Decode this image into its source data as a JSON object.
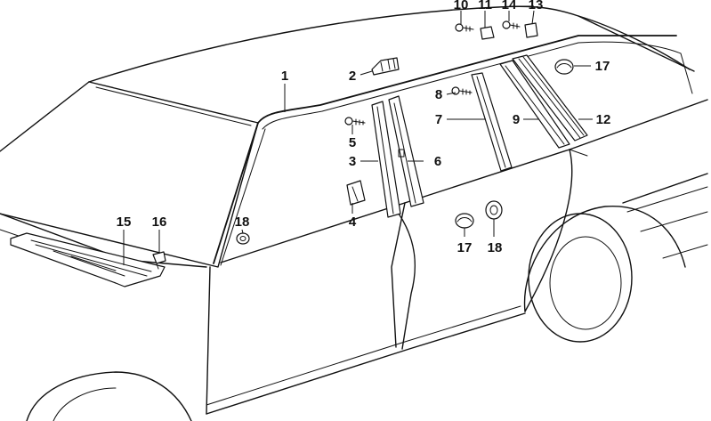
{
  "diagram": {
    "callouts": [
      {
        "id": "c1",
        "text": "1"
      },
      {
        "id": "c2",
        "text": "2"
      },
      {
        "id": "c3",
        "text": "3"
      },
      {
        "id": "c4",
        "text": "4"
      },
      {
        "id": "c5",
        "text": "5"
      },
      {
        "id": "c6",
        "text": "6"
      },
      {
        "id": "c7",
        "text": "7"
      },
      {
        "id": "c8",
        "text": "8"
      },
      {
        "id": "c9",
        "text": "9"
      },
      {
        "id": "c10",
        "text": "10"
      },
      {
        "id": "c11",
        "text": "11"
      },
      {
        "id": "c12",
        "text": "12"
      },
      {
        "id": "c13",
        "text": "13"
      },
      {
        "id": "c14",
        "text": "14"
      },
      {
        "id": "c15",
        "text": "15"
      },
      {
        "id": "c16",
        "text": "16"
      },
      {
        "id": "c17a",
        "text": "17"
      },
      {
        "id": "c17b",
        "text": "17"
      },
      {
        "id": "c18a",
        "text": "18"
      },
      {
        "id": "c18b",
        "text": "18"
      }
    ]
  }
}
